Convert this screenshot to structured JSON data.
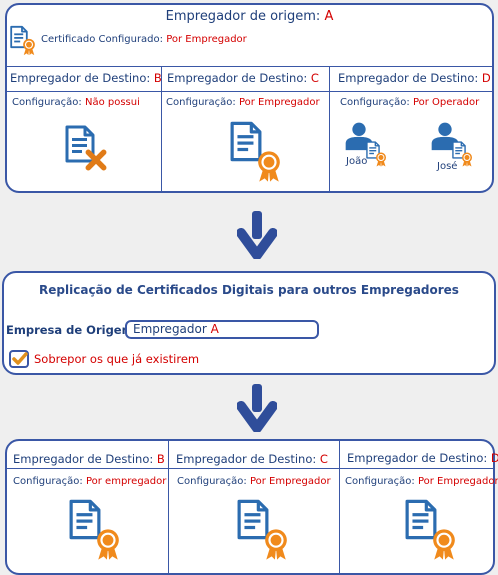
{
  "origin": {
    "title_prefix": "Empregador de origem:",
    "title_letter": "A",
    "cert_label": "Certificado Configurado:",
    "cert_value": "Por Empregador"
  },
  "destinations_before": [
    {
      "header_prefix": "Empregador de Destino:",
      "letter": "B",
      "config_label": "Configuração:",
      "config_value": "Não possui"
    },
    {
      "header_prefix": "Empregador de Destino:",
      "letter": "C",
      "config_label": "Configuração:",
      "config_value": "Por Empregador"
    },
    {
      "header_prefix": "Empregador de Destino:",
      "letter": "D",
      "config_label": "Configuração:",
      "config_value": "Por Operador"
    }
  ],
  "operators": [
    "João",
    "José"
  ],
  "replication": {
    "title": "Replicação de Certificados Digitais para outros Empregadores",
    "origin_label": "Empresa de Origem:",
    "origin_value_prefix": "Empregador",
    "origin_value_letter": "A",
    "overwrite_label": "Sobrepor os que já existirem",
    "overwrite_checked": true
  },
  "destinations_after": [
    {
      "header_prefix": "Empregador de Destino:",
      "letter": "B",
      "config_label": "Configuração:",
      "config_value": "Por empregador"
    },
    {
      "header_prefix": "Empregador de Destino:",
      "letter": "C",
      "config_label": "Configuração:",
      "config_value": "Por Empregador"
    },
    {
      "header_prefix": "Empregador de Destino:",
      "letter": "D",
      "config_label": "Configuração:",
      "config_value": "Por Empregador"
    }
  ],
  "colors": {
    "border": "#3a57a6",
    "text": "#1f3f7a",
    "accent": "#d40000",
    "icon_blue": "#2b6cb0",
    "medal_orange": "#f08a1c",
    "error_orange": "#e07b18"
  }
}
